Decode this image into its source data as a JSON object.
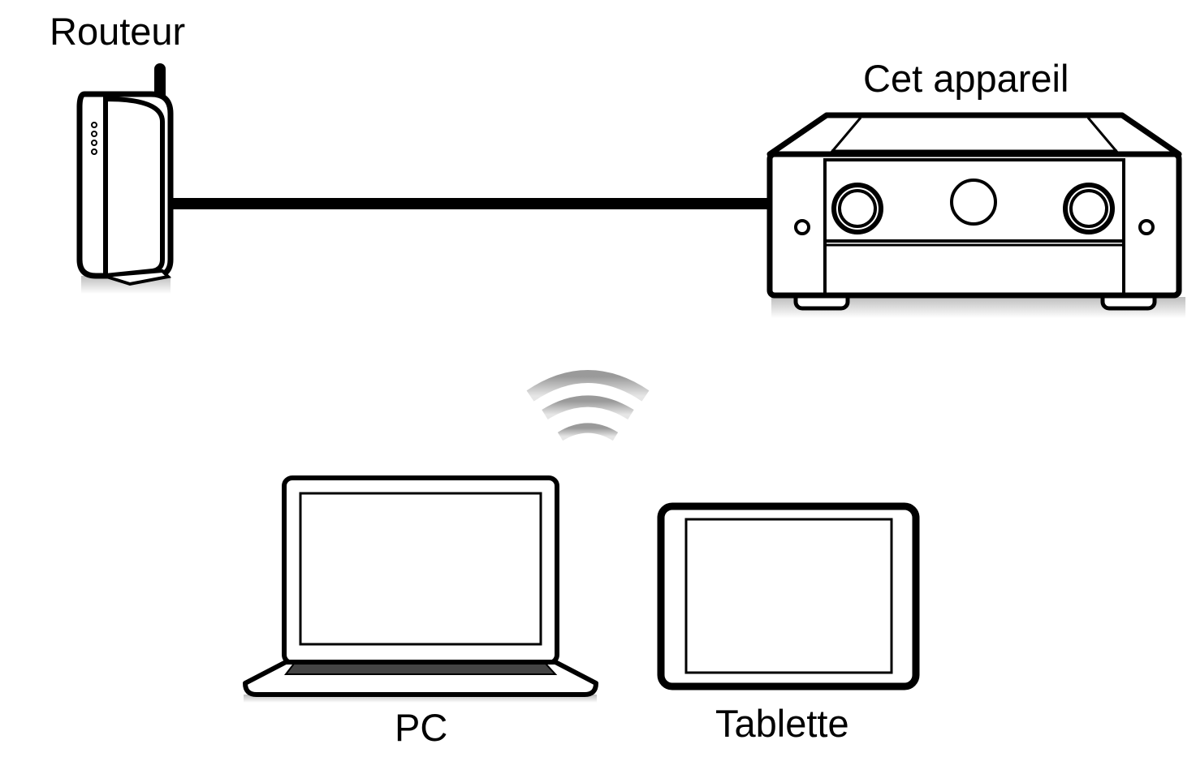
{
  "labels": {
    "router": "Routeur",
    "device": "Cet appareil",
    "pc": "PC",
    "tablet": "Tablette"
  },
  "colors": {
    "stroke": "#000000",
    "background": "#ffffff",
    "shadow": "#d9d9d9",
    "wifi": "#bdbdbd"
  },
  "icons": [
    "router-icon",
    "receiver-icon",
    "wired-connection-line",
    "wifi-icon",
    "laptop-icon",
    "tablet-icon"
  ]
}
